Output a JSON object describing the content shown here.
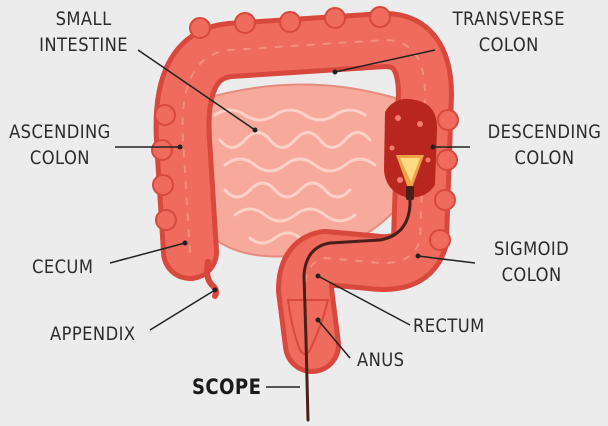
{
  "labels": {
    "small_intestine": "SMALL\nINTESTINE",
    "transverse_colon": "TRANSVERSE\nCOLON",
    "ascending_colon": "ASCENDING\nCOLON",
    "descending_colon": "DESCENDING\nCOLON",
    "cecum": "CECUM",
    "sigmoid_colon": "SIGMOID\nCOLON",
    "appendix": "APPENDIX",
    "rectum": "RECTUM",
    "anus": "ANUS",
    "scope": "SCOPE"
  },
  "colors": {
    "background": "#ececec",
    "colon": "#ee6b5d",
    "colon_dark": "#d8483c",
    "intestine": "#f7a99b",
    "intestine_fold": "#fbd2c8",
    "polyp_region": "#b9261f",
    "scope_cable": "#4a1f1a",
    "leader_line": "#222222",
    "text": "#2b2b2b"
  }
}
